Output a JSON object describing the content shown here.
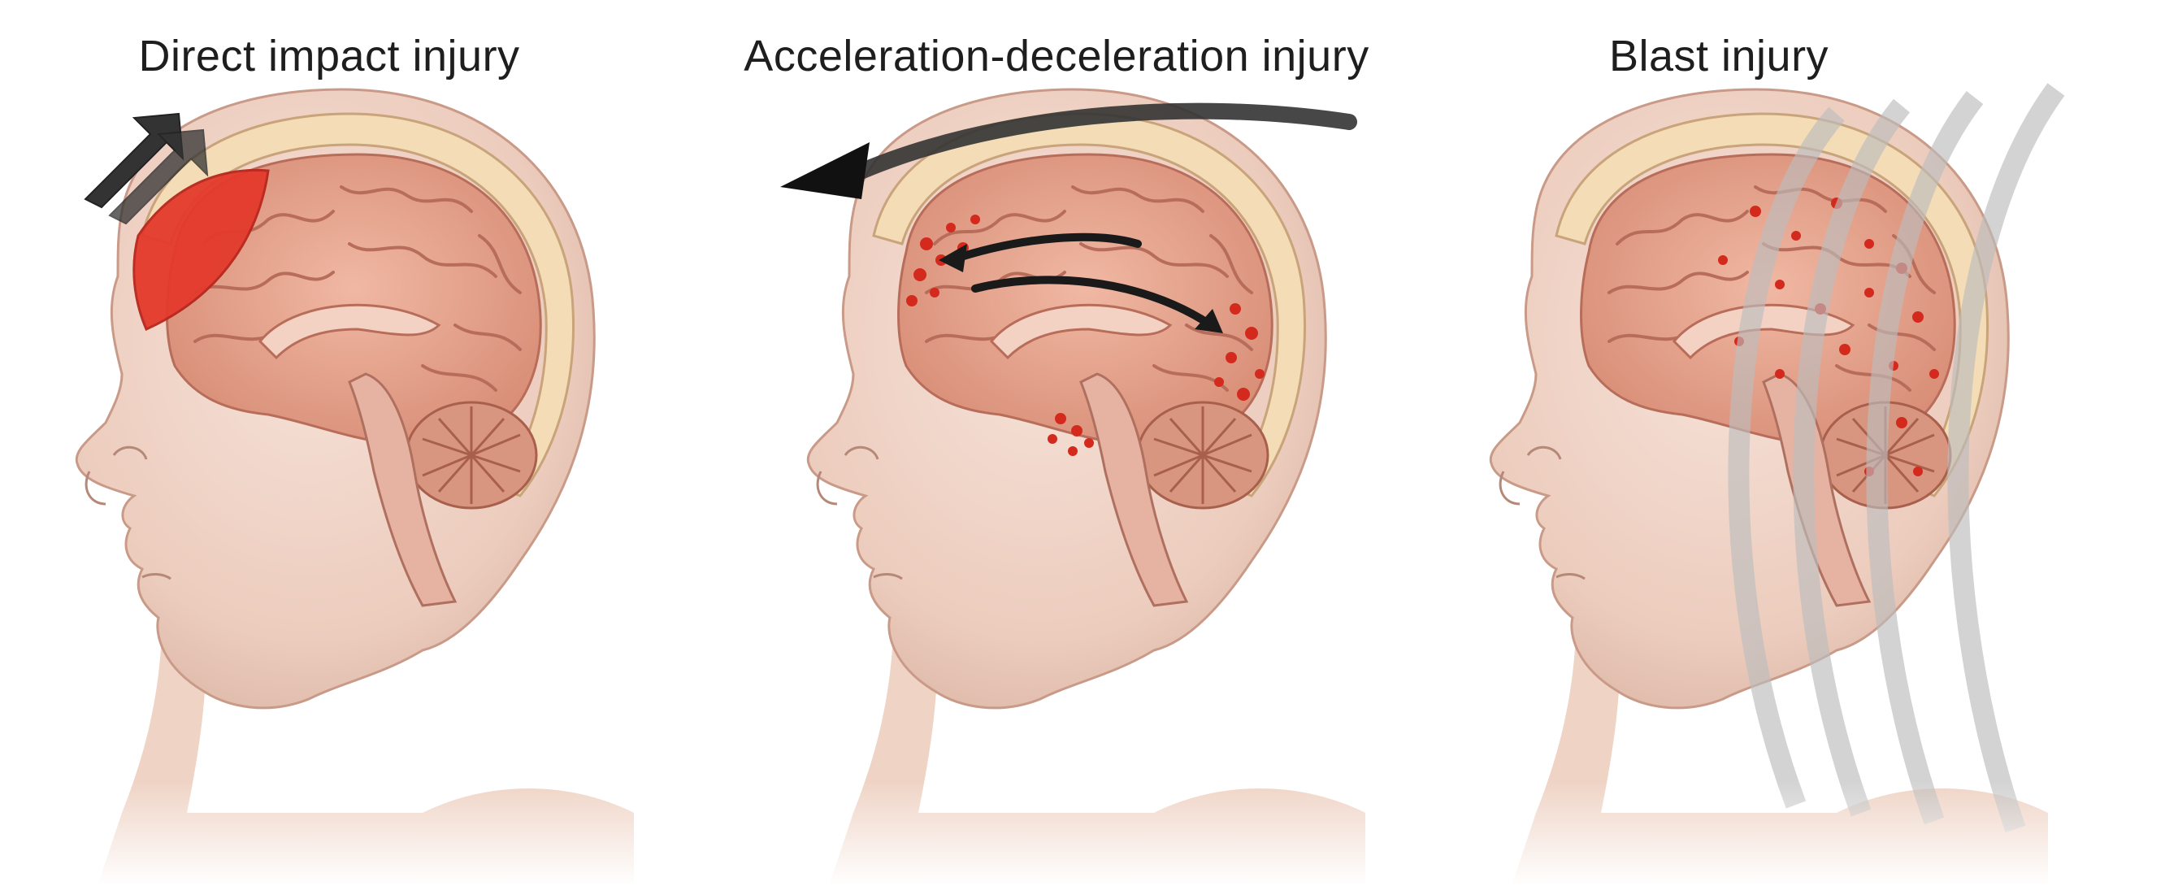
{
  "panels": [
    {
      "title": "Direct impact injury"
    },
    {
      "title": "Acceleration-deceleration injury"
    },
    {
      "title": "Blast injury"
    }
  ],
  "colors": {
    "skin": "#efd5c8",
    "skin_shadow": "#d9b3a3",
    "skull": "#f2d9b0",
    "brain": "#e6a58e",
    "brain_dark": "#b86d5a",
    "hematoma": "#e43a2c",
    "lesion": "#d42a1e",
    "arrow": "#1a1a1a",
    "wave": "#b0b0b0"
  },
  "icons": [
    "impact-arrow-icon",
    "rotation-arrow-icon",
    "blast-wave-icon"
  ]
}
